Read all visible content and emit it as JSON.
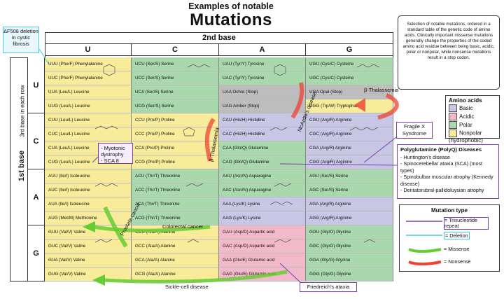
{
  "title_small": "Examples of notable",
  "title_large": "Mutations",
  "second_base": "2nd base",
  "first_base": "1st base",
  "third_base": "3rd base in each row",
  "col_headers": [
    "U",
    "C",
    "A",
    "G"
  ],
  "row_headers": [
    "U",
    "C",
    "A",
    "G"
  ],
  "codon_rows": [
    [
      "UUU (Phe/F) Phenylalanine",
      "UCU (Ser/S) Serine",
      "UAU (Tyr/Y) Tyrosine",
      "UGU (Cys/C) Cysteine"
    ],
    [
      "UUC (Phe/F) Phenylalanine",
      "UCC (Ser/S) Serine",
      "UAC (Tyr/Y) Tyrosine",
      "UGC (Cys/C) Cysteine"
    ],
    [
      "UUA (Leu/L) Leucine",
      "UCA (Ser/S) Serine",
      "UAA Ochre (Stop)",
      "UGA Opal (Stop)"
    ],
    [
      "UUG (Leu/L) Leucine",
      "UCG (Ser/S) Serine",
      "UAG Amber (Stop)",
      "UGG (Trp/W) Tryptophan"
    ],
    [
      "CUU (Leu/L) Leucine",
      "CCU (Pro/P) Proline",
      "CAU (His/H) Histidine",
      "CGU (Arg/R) Arginine"
    ],
    [
      "CUC (Leu/L) Leucine",
      "CCC (Pro/P) Proline",
      "CAC (His/H) Histidine",
      "CGC (Arg/R) Arginine"
    ],
    [
      "CUA (Leu/L) Leucine",
      "CCA (Pro/P) Proline",
      "CAA (Gln/Q) Glutamine",
      "CGA (Arg/R) Arginine"
    ],
    [
      "CUG (Leu/L) Leucine",
      "CCG (Pro/P) Proline",
      "CAG (Gln/Q) Glutamine",
      "CGG (Arg/R) Arginine"
    ],
    [
      "AUU (Ile/I) Isoleucine",
      "ACU (Thr/T) Threonine",
      "AAU (Asn/N) Asparagine",
      "AGU (Ser/S) Serine"
    ],
    [
      "AUC (Ile/I) Isoleucine",
      "ACC (Thr/T) Threonine",
      "AAC (Asn/N) Asparagine",
      "AGC (Ser/S) Serine"
    ],
    [
      "AUA (Ile/I) Isoleucine",
      "ACA (Thr/T) Threonine",
      "AAA (Lys/K) Lysine",
      "AGA (Arg/R) Arginine"
    ],
    [
      "AUG (Met/M) Methionine",
      "ACG (Thr/T) Threonine",
      "AAG (Lys/K) Lysine",
      "AGG (Arg/R) Arginine"
    ],
    [
      "GUU (Val/V) Valine",
      "GCU (Ala/A) Alanine",
      "GAU (Asp/D) Aspartic acid",
      "GGU (Gly/G) Glycine"
    ],
    [
      "GUC (Val/V) Valine",
      "GCC (Ala/A) Alanine",
      "GAC (Asp/D) Aspartic acid",
      "GGC (Gly/G) Glycine"
    ],
    [
      "GUA (Val/V) Valine",
      "GCA (Ala/A) Alanine",
      "GAA (Glu/E) Glutamic acid",
      "GGA (Gly/G) Glycine"
    ],
    [
      "GUG (Val/V) Valine",
      "GCG (Ala/A) Alanine",
      "GAG (Glu/E) Glutamic acid",
      "GGG (Gly/G) Glycine"
    ]
  ],
  "delta_f508": "ΔF508 deletion in cystic fibrosis",
  "description": "Selection of notable mutations, ordered in a standard table of the genetic code of amino acids. Clinically important missense mutations generally change the properties of the coded amino acid residue between being basic, acidic, polar or nonpolar, while nonsense mutations result in a stop codon.",
  "amino_legend": {
    "title": "Amino acids",
    "items": [
      "Basic",
      "Acidic",
      "Polar",
      "Nonpolar (hydrophobic)"
    ]
  },
  "fragile_x": "Fragile X Syndrome",
  "polyq": {
    "title": "Polyglutamine (PolyQ) Diseases",
    "items": [
      "- Huntington's disease",
      "- Spinocerebellar ataxia (SCA) (most types)",
      "- Spinobulbar muscular atrophy (Kennedy disease)",
      "- Dentatorubral-pallidoluysian atrophy"
    ]
  },
  "myotonic": [
    "- Myotonic dystrophy",
    "- SCA 8"
  ],
  "mutation_type": {
    "title": "Mutation type",
    "items": [
      "= Trinucleotide repeat",
      "= Deletion",
      "= Missense",
      "= Nonsense"
    ]
  },
  "labels": {
    "beta_thal_1": "β-Thalassemia",
    "beta_thal_2": "β-Thalassemia",
    "mcardle": "McArdle's disease",
    "prostate": "Prostate cancer",
    "colorectal": "Colorectal cancer",
    "sickle": "Sickle-cell disease",
    "friedreich": "Friedreich's ataxia"
  },
  "colors": {
    "nonpolar": "#f8ec9a",
    "polar": "#a9d8ad",
    "basic": "#c7c6e4",
    "acidic": "#f1b9c9",
    "stop": "#bdbdbd",
    "trinucleotide": "#7b3fb0",
    "deletion": "#49c7e3",
    "missense": "#66cc33",
    "nonsense": "#ee4433"
  }
}
